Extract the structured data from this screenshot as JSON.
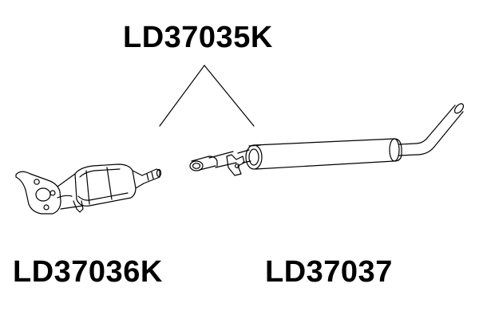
{
  "labels": {
    "kit": "LD37035K",
    "catalyst": "LD37036K",
    "pipe": "LD37037"
  },
  "colors": {
    "stroke": "#000000",
    "background": "#ffffff"
  }
}
